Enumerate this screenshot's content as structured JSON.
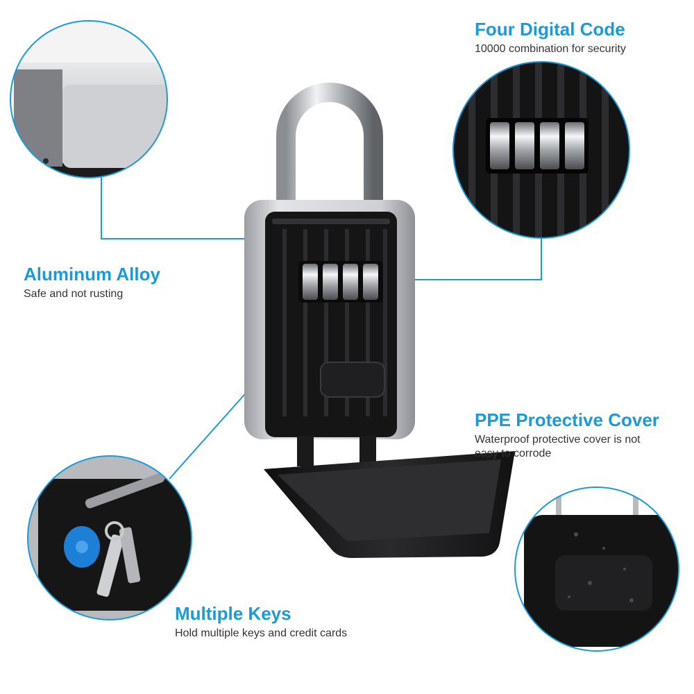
{
  "features": {
    "four_digit": {
      "title": "Four Digital Code",
      "description": "10000 combination for security"
    },
    "aluminum": {
      "title": "Aluminum Alloy",
      "description": "Safe and not rusting"
    },
    "ppe": {
      "title": "PPE Protective Cover",
      "description": "Waterproof protective cover is not easy to corrode"
    },
    "multiple_keys": {
      "title": "Multiple Keys",
      "description": "Hold multiple keys and credit cards"
    }
  },
  "colors": {
    "accent": "#1a9bd7",
    "text": "#333333",
    "lockbox_body": "#c9cacc",
    "cover": "#1c1c1c"
  },
  "icons": [
    "aluminum-detail-photo",
    "dial-detail-photo",
    "cover-detail-photo",
    "keys-detail-photo"
  ]
}
